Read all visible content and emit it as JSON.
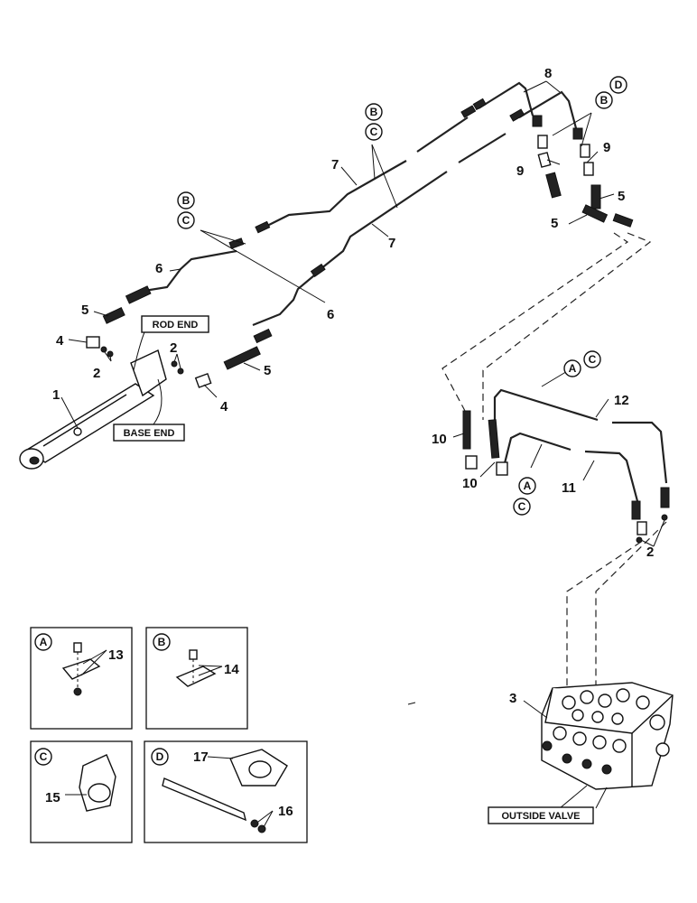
{
  "labels": {
    "rod_end": "ROD END",
    "base_end": "BASE END",
    "outside_valve": "OUTSIDE VALVE"
  },
  "callouts": {
    "n1": "1",
    "n2a": "2",
    "n2b": "2",
    "n2c": "2",
    "n3": "3",
    "n4a": "4",
    "n4b": "4",
    "n5a": "5",
    "n5b": "5",
    "n5c": "5",
    "n5d": "5",
    "n6a": "6",
    "n6b": "6",
    "n7a": "7",
    "n7b": "7",
    "n8": "8",
    "n9a": "9",
    "n9b": "9",
    "n10a": "10",
    "n10b": "10",
    "n11": "11",
    "n12": "12",
    "n13": "13",
    "n14": "14",
    "n15": "15",
    "n16": "16",
    "n17": "17"
  },
  "circles": {
    "b1": "B",
    "c1": "C",
    "b2": "B",
    "c2": "C",
    "b3": "B",
    "d1": "D",
    "a1": "A",
    "c3": "C",
    "a2": "A",
    "c4": "C"
  },
  "insets": {
    "a": "A",
    "b": "B",
    "c": "C",
    "d": "D"
  }
}
